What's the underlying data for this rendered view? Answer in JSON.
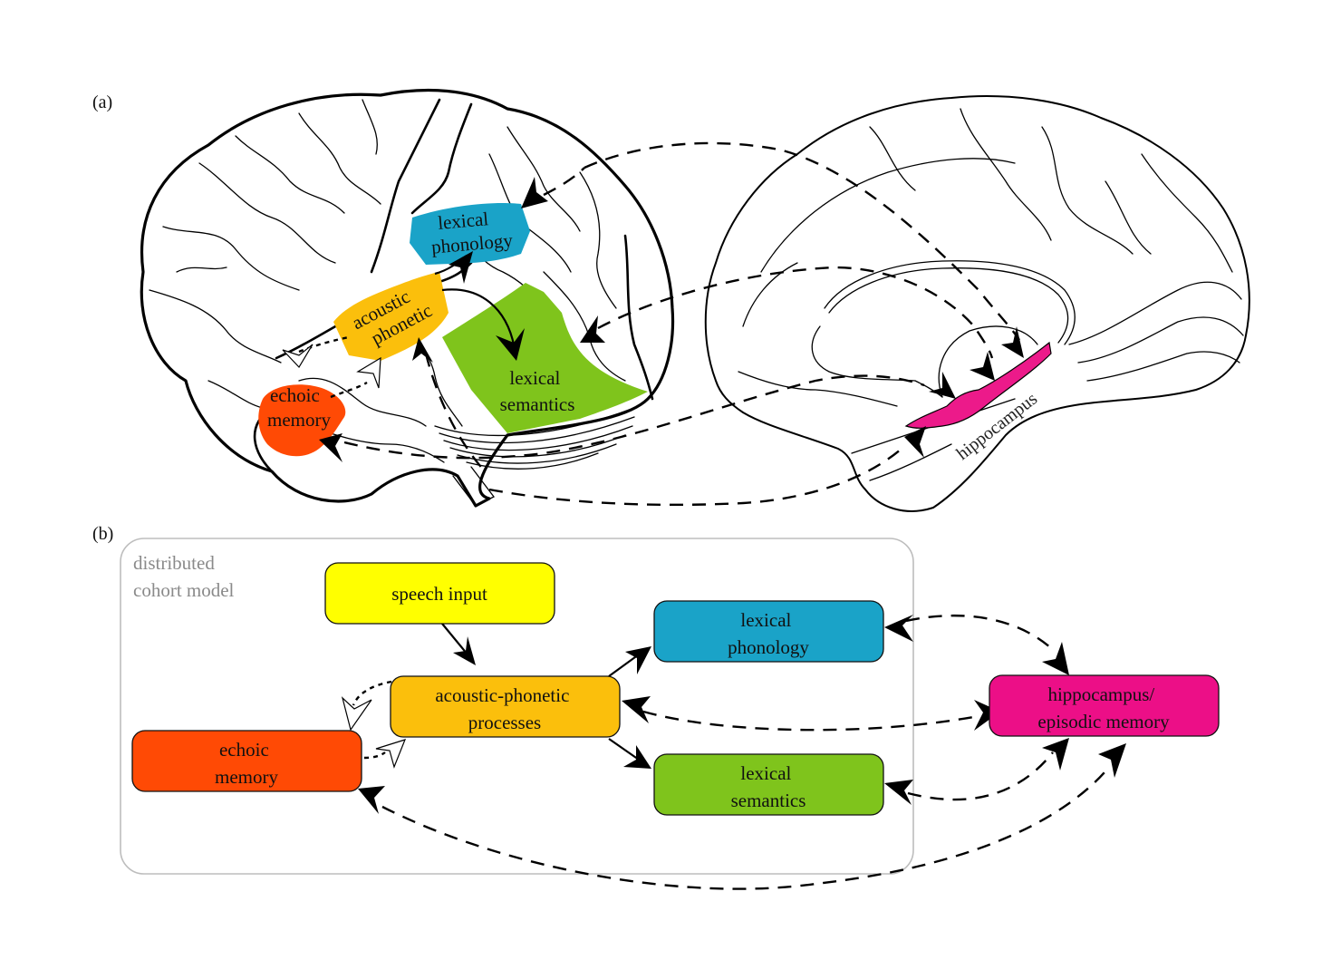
{
  "panel_a": {
    "label": "(a)",
    "lateral_regions": [
      {
        "id": "lexical-phonology",
        "lines": [
          "lexical",
          "phonology"
        ],
        "color": "#1aa3c8"
      },
      {
        "id": "acoustic-phonetic",
        "lines": [
          "acoustic",
          "phonetic"
        ],
        "color": "#fbbf0c"
      },
      {
        "id": "lexical-semantics",
        "lines": [
          "lexical",
          "semantics"
        ],
        "color": "#7fc41c"
      },
      {
        "id": "echoic-memory",
        "lines": [
          "echoic",
          "memory"
        ],
        "color": "#ff4a05"
      }
    ],
    "medial_regions": [
      {
        "id": "hippocampus",
        "label": "hippocampus",
        "color": "#ec1a8a"
      }
    ]
  },
  "panel_b": {
    "label": "(b)",
    "model_title_lines": [
      "distributed",
      "cohort model"
    ],
    "nodes": [
      {
        "id": "speech-input",
        "lines": [
          "speech input"
        ],
        "color": "#ffff00"
      },
      {
        "id": "acoustic-phonetic-processes",
        "lines": [
          "acoustic-phonetic",
          "processes"
        ],
        "color": "#fbbf0c"
      },
      {
        "id": "lexical-phonology",
        "lines": [
          "lexical",
          "phonology"
        ],
        "color": "#1aa3c8"
      },
      {
        "id": "lexical-semantics",
        "lines": [
          "lexical",
          "semantics"
        ],
        "color": "#7fc41c"
      },
      {
        "id": "echoic-memory",
        "lines": [
          "echoic",
          "memory"
        ],
        "color": "#ff4a05"
      },
      {
        "id": "hippocampus-episodic-memory",
        "lines": [
          "hippocampus/",
          "episodic memory"
        ],
        "color": "#ec0f87"
      }
    ],
    "edges": [
      {
        "from": "speech-input",
        "to": "acoustic-phonetic-processes",
        "style": "solid",
        "direction": "forward"
      },
      {
        "from": "acoustic-phonetic-processes",
        "to": "lexical-phonology",
        "style": "solid",
        "direction": "forward"
      },
      {
        "from": "acoustic-phonetic-processes",
        "to": "lexical-semantics",
        "style": "solid",
        "direction": "forward"
      },
      {
        "from": "acoustic-phonetic-processes",
        "to": "echoic-memory",
        "style": "dotted",
        "direction": "forward",
        "head": "open"
      },
      {
        "from": "echoic-memory",
        "to": "acoustic-phonetic-processes",
        "style": "dotted",
        "direction": "forward",
        "head": "open"
      },
      {
        "from": "lexical-phonology",
        "to": "hippocampus-episodic-memory",
        "style": "dashed",
        "direction": "both"
      },
      {
        "from": "acoustic-phonetic-processes",
        "to": "hippocampus-episodic-memory",
        "style": "dashed",
        "direction": "both"
      },
      {
        "from": "lexical-semantics",
        "to": "hippocampus-episodic-memory",
        "style": "dashed",
        "direction": "both"
      },
      {
        "from": "echoic-memory",
        "to": "hippocampus-episodic-memory",
        "style": "dashed",
        "direction": "both"
      }
    ]
  }
}
